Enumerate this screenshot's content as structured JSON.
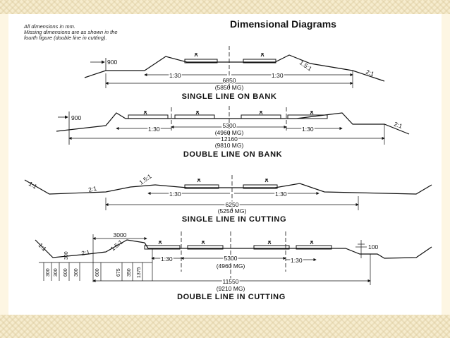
{
  "title": "Dimensional Diagrams",
  "notes": [
    "All dimensions in mm.",
    "Missing dimensions are as shown in the",
    "fourth figure (double line in cutting)."
  ],
  "diagrams": [
    {
      "caption": "SINGLE LINE ON BANK",
      "shoulder": "900",
      "slope_side": "1.5:1",
      "slope_end": "2:1",
      "cross_fall_left": "1:30",
      "cross_fall_right": "1:30",
      "width": "6850",
      "width_mg": "(5850 MG)"
    },
    {
      "caption": "DOUBLE LINE ON BANK",
      "shoulder": "900",
      "slope_end": "2:1",
      "cross_fall_left": "1:30",
      "cross_fall_right": "1:30",
      "track_centres": "5300",
      "track_centres_mg": "(4960 MG)",
      "width": "12160",
      "width_mg": "(9810 MG)"
    },
    {
      "caption": "SINGLE LINE IN CUTTING",
      "slope_outer": "1:1",
      "slope_cut": "2:1",
      "slope_side": "1.5:1",
      "cross_fall_left": "1:30",
      "cross_fall_right": "1:30",
      "width": "6250",
      "width_mg": "(5250 MG)"
    },
    {
      "caption": "DOUBLE LINE IN CUTTING",
      "slope_outer": "1:1",
      "slope_cut": "2:1",
      "slope_side": "1.5:1",
      "depth_left": "300",
      "top_width": "3000",
      "drain_depth": "100",
      "cross_fall_left": "1:30",
      "cross_fall_right": "1:30",
      "track_centres": "5300",
      "track_centres_mg": "(4960 MG)",
      "width": "11550",
      "width_mg": "(9210 MG)",
      "drain_dims": [
        "300",
        "300",
        "600",
        "300",
        "600",
        "675",
        "350",
        "1375"
      ]
    }
  ]
}
